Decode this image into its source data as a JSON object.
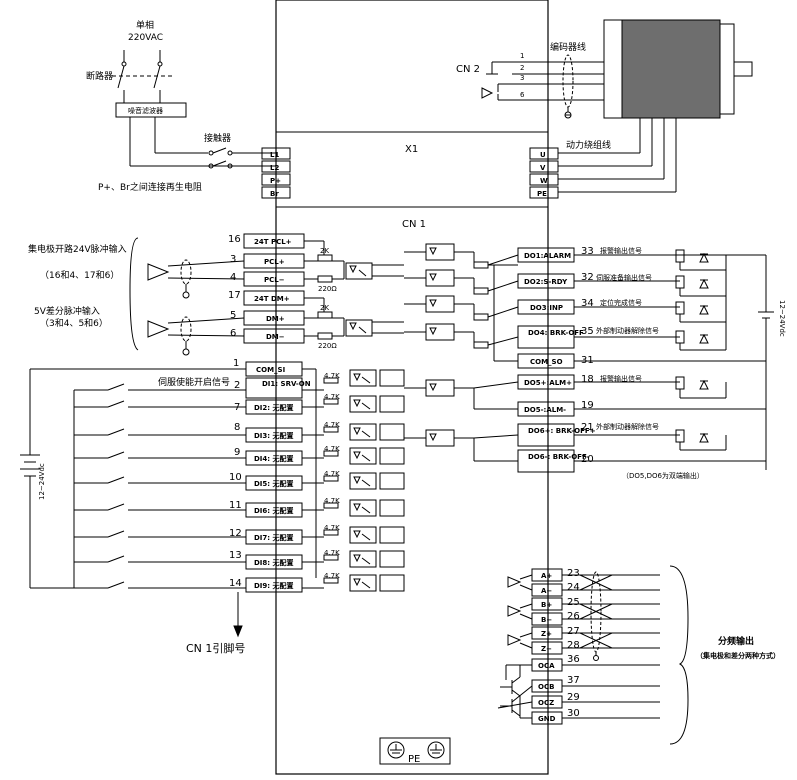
{
  "power": {
    "single_phase": "单相",
    "voltage": "220VAC",
    "breaker": "断路器",
    "filter": "噪音滤波器",
    "contactor": "接触器",
    "regen_note": "P+、Br之间连接再生电阻"
  },
  "x1": {
    "title": "X1",
    "left_terminals": [
      "L1",
      "L2",
      "P+",
      "Br"
    ],
    "right_terminals": [
      "U",
      "V",
      "W",
      "PE"
    ],
    "motor_wiring": "动力绕组线",
    "cn2": "CN 2",
    "encoder_wiring": "编码器线",
    "encoder_pins": [
      "1",
      "2",
      "3",
      "6"
    ]
  },
  "cn1": {
    "title": "CN 1",
    "pulse_24v_title": "集电极开路24V脉冲输入",
    "pulse_24v_pins": "（16和4、17和6）",
    "pulse_5v_title": "5V差分脉冲输入",
    "pulse_5v_pins": "（3和4、5和6）",
    "pulse_inputs": [
      {
        "pin": "16",
        "label": "24T PCL+"
      },
      {
        "pin": "3",
        "label": "PCL+"
      },
      {
        "pin": "4",
        "label": "PCL−"
      },
      {
        "pin": "17",
        "label": "24T DM+"
      },
      {
        "pin": "5",
        "label": "DM+"
      },
      {
        "pin": "6",
        "label": "DM−"
      }
    ],
    "resistor_2k": "2K",
    "resistor_220": "220Ω",
    "com_si": {
      "pin": "1",
      "label": "COM_SI"
    },
    "servo_enable_note": "伺服使能开启信号",
    "digital_inputs": [
      {
        "pin": "2",
        "label": "DI1: SRV-ON"
      },
      {
        "pin": "7",
        "label": "DI2: 无配置"
      },
      {
        "pin": "8",
        "label": "DI3: 无配置"
      },
      {
        "pin": "9",
        "label": "DI4: 无配置"
      },
      {
        "pin": "10",
        "label": "DI5: 无配置"
      },
      {
        "pin": "11",
        "label": "DI6: 无配置"
      },
      {
        "pin": "12",
        "label": "DI7: 无配置"
      },
      {
        "pin": "13",
        "label": "DI8: 无配置"
      },
      {
        "pin": "14",
        "label": "DI9: 无配置"
      }
    ],
    "resistor_47k": "4.7K",
    "input_supply": "12~24Vdc",
    "pin_ref": "CN 1引脚号",
    "digital_outputs": [
      {
        "pin": "33",
        "label": "DO1:ALARM",
        "note": "报警输出信号"
      },
      {
        "pin": "32",
        "label": "DO2:S-RDY",
        "note": "伺服准备输出信号"
      },
      {
        "pin": "34",
        "label": "DO3:INP",
        "note": "定位完成信号"
      },
      {
        "pin": "35",
        "label": "DO4: BRK-OFF",
        "note": "外部制动器解除信号"
      }
    ],
    "com_so": {
      "pin": "31",
      "label": "COM_SO"
    },
    "diff_outputs": [
      {
        "pin": "18",
        "label": "DO5+:ALM+",
        "note": "报警输出信号"
      },
      {
        "pin": "19",
        "label": "DO5-:ALM-",
        "note": ""
      },
      {
        "pin": "21",
        "label": "DO6+: BRK-OFF+",
        "note": "外部制动器解除信号"
      },
      {
        "pin": "20",
        "label": "DO6-: BRK-OFF-",
        "note": ""
      }
    ],
    "diff_note": "（DO5,DO6为双端输出）",
    "output_supply": "12~24Vdc",
    "encoder_outputs": [
      {
        "pin": "23",
        "label": "A+"
      },
      {
        "pin": "24",
        "label": "A−"
      },
      {
        "pin": "25",
        "label": "B+"
      },
      {
        "pin": "26",
        "label": "B−"
      },
      {
        "pin": "27",
        "label": "Z+"
      },
      {
        "pin": "28",
        "label": "Z−"
      }
    ],
    "oc_outputs": [
      {
        "pin": "36",
        "label": "OCA"
      },
      {
        "pin": "37",
        "label": "OCB"
      },
      {
        "pin": "29",
        "label": "OCZ"
      },
      {
        "pin": "30",
        "label": "GND"
      }
    ],
    "divider_title": "分频输出",
    "divider_sub": "（集电极和差分两种方式）",
    "pe": "PE"
  }
}
